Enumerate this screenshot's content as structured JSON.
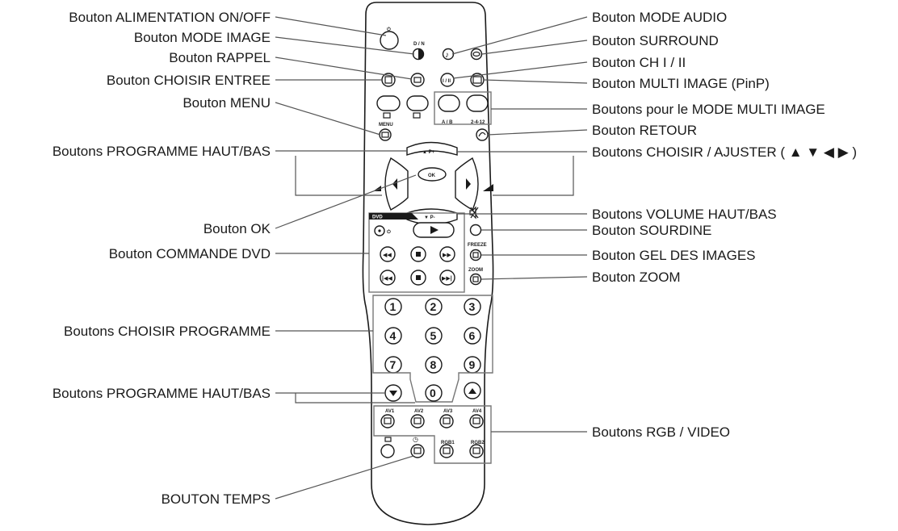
{
  "labels_left": {
    "power": "Bouton ALIMENTATION ON/OFF",
    "picture_mode": "Bouton MODE IMAGE",
    "recall": "Bouton RAPPEL",
    "input_select": "Bouton CHOISIR ENTREE",
    "menu": "Bouton MENU",
    "prog_updown": "Boutons PROGRAMME HAUT/BAS",
    "ok": "Bouton OK",
    "dvd_control": "Bouton COMMANDE DVD",
    "prog_select": "Boutons CHOISIR PROGRAMME",
    "prog_updown_2": "Boutons PROGRAMME HAUT/BAS",
    "timer": "BOUTON TEMPS"
  },
  "labels_right": {
    "audio_mode": "Bouton MODE AUDIO",
    "surround": "Bouton SURROUND",
    "ch": "Bouton CH I / II",
    "multi_picture": "Bouton MULTI IMAGE (PinP)",
    "multi_picture_mode": "Boutons pour le MODE MULTI IMAGE",
    "return": "Bouton RETOUR",
    "select_adjust": "Boutons CHOISIR / AJUSTER ( ▲ ▼ ◀ ▶ )",
    "volume": "Boutons VOLUME HAUT/BAS",
    "mute": "Bouton SOURDINE",
    "freeze": "Bouton GEL DES IMAGES",
    "zoom": "Bouton ZOOM",
    "rgb_video": "Boutons RGB / VIDEO"
  },
  "remote": {
    "power_symbol": "⏻",
    "dn": "D / N",
    "ch_btn": "I / II",
    "menu": "MENU",
    "ab": "A / B",
    "split": "2-4-12",
    "p_plus": "▲ P+",
    "p_minus": "▼ P-",
    "ok": "OK",
    "dvd": "DVD",
    "freeze": "FREEZE",
    "zoom": "ZOOM",
    "digits": [
      "1",
      "2",
      "3",
      "4",
      "5",
      "6",
      "7",
      "8",
      "9"
    ],
    "zero": "0",
    "av1": "AV1",
    "av2": "AV2",
    "av3": "AV3",
    "av4": "AV4",
    "rgb1": "RGB1",
    "rgb2": "RGB2"
  }
}
